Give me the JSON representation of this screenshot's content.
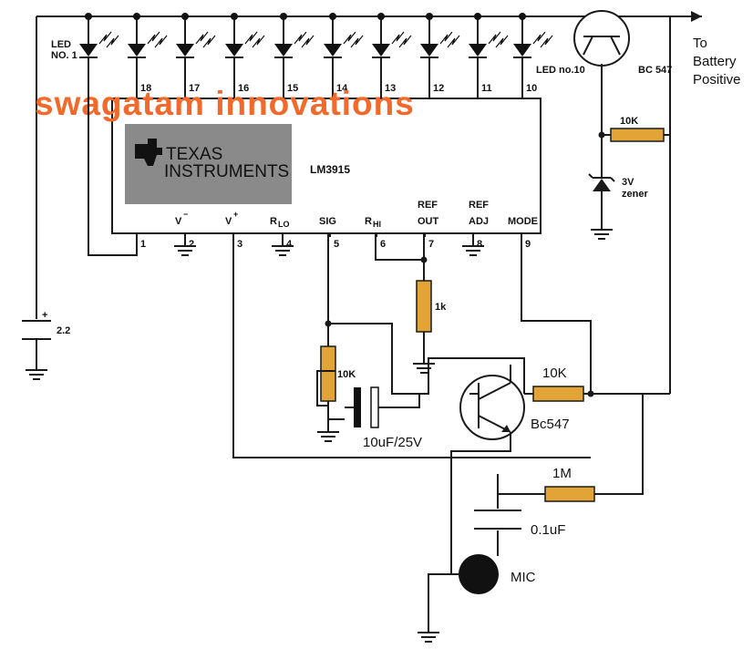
{
  "watermark": "swagatam innovations",
  "logo": {
    "line1": "TEXAS",
    "line2": "INSTRUMENTS"
  },
  "ic": {
    "part": "LM3915",
    "pin_labels": [
      "V−",
      "V+",
      "RLO",
      "SIG",
      "RHI",
      "REF OUT",
      "REF ADJ",
      "MODE"
    ],
    "pin_label_list": [
      {
        "main": "V",
        "sub": "−",
        "pos": "sup"
      },
      {
        "main": "V",
        "sub": "+",
        "pos": "sup"
      },
      {
        "main": "R",
        "sub": "LO",
        "pos": "sub"
      },
      {
        "main": "SIG",
        "sub": "",
        "pos": ""
      },
      {
        "main": "R",
        "sub": "HI",
        "pos": "sub"
      },
      {
        "main": "REF",
        "sub": "OUT",
        "pos": "stack"
      },
      {
        "main": "REF",
        "sub": "ADJ",
        "pos": "stack"
      },
      {
        "main": "MODE",
        "sub": "",
        "pos": ""
      }
    ],
    "bottom_pins": [
      "1",
      "2",
      "3",
      "4",
      "5",
      "6",
      "7",
      "8",
      "9"
    ],
    "top_pins": [
      "18",
      "17",
      "16",
      "15",
      "14",
      "13",
      "12",
      "11",
      "10"
    ]
  },
  "leds": {
    "first_label_line1": "LED",
    "first_label_line2": "NO. 1",
    "last_label": "LED no.10"
  },
  "labels": {
    "to_battery": [
      "To",
      "Battery",
      "Positive"
    ],
    "q1": "BC 547",
    "r_top": "10K",
    "zener": [
      "3V",
      "zener"
    ],
    "cap_2_2": "2.2",
    "cap_plus": "+",
    "r_1k": "1k",
    "pot": "10K",
    "cap_10uf": "10uF/25V",
    "q2": "Bc547",
    "r_10k": "10K",
    "r_1m": "1M",
    "cap_01": "0.1uF",
    "mic": "MIC"
  }
}
